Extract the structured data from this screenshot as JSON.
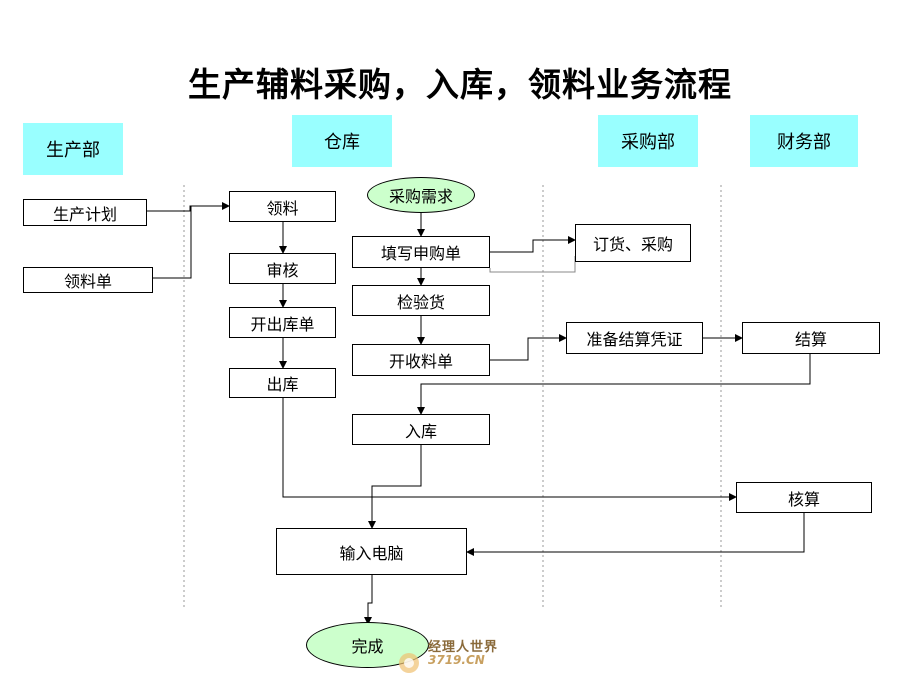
{
  "title": "生产辅料采购，入库，领料业务流程",
  "departments": {
    "production": "生产部",
    "warehouse": "仓库",
    "purchasing": "采购部",
    "finance": "财务部"
  },
  "boxes": {
    "production_plan": "生产计划",
    "requisition_form": "领料单",
    "pick_material": "领料",
    "review": "审核",
    "issue_outbound_slip": "开出库单",
    "outbound": "出库",
    "purchase_demand": "采购需求",
    "fill_purchase_request": "填写申购单",
    "inspect_goods": "检验货",
    "issue_receipt_slip": "开收料单",
    "inbound": "入库",
    "order_purchase": "订货、采购",
    "prepare_settlement_voucher": "准备结算凭证",
    "settlement": "结算",
    "accounting": "核算",
    "computer_entry": "输入电脑",
    "complete": "完成"
  },
  "watermark": {
    "text": "经理人世界",
    "url": "3719.CN"
  }
}
